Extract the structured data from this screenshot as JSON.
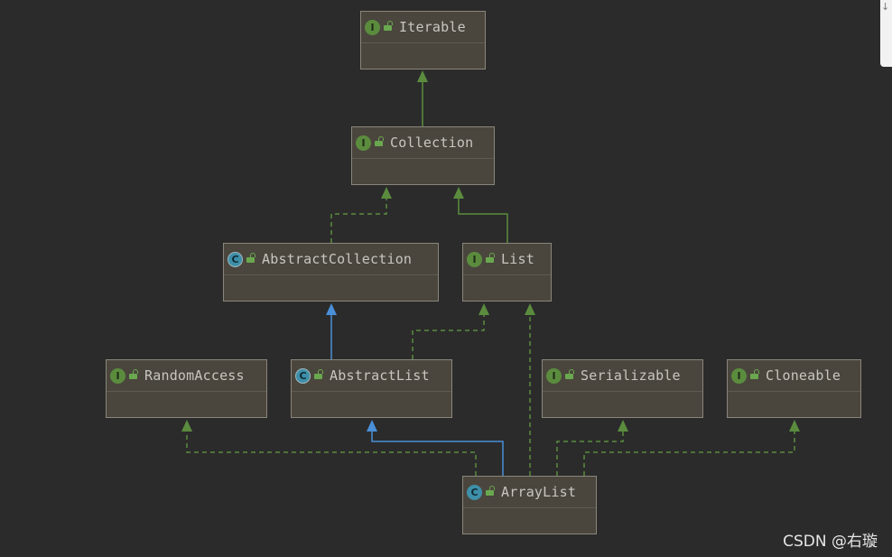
{
  "diagram": {
    "nodes": [
      {
        "id": "iterable",
        "label": "Iterable",
        "kind": "interface"
      },
      {
        "id": "collection",
        "label": "Collection",
        "kind": "interface"
      },
      {
        "id": "abstract-collection",
        "label": "AbstractCollection",
        "kind": "abstract-class"
      },
      {
        "id": "list",
        "label": "List",
        "kind": "interface"
      },
      {
        "id": "random-access",
        "label": "RandomAccess",
        "kind": "interface"
      },
      {
        "id": "abstract-list",
        "label": "AbstractList",
        "kind": "abstract-class"
      },
      {
        "id": "serializable",
        "label": "Serializable",
        "kind": "interface"
      },
      {
        "id": "cloneable",
        "label": "Cloneable",
        "kind": "interface"
      },
      {
        "id": "array-list",
        "label": "ArrayList",
        "kind": "class"
      }
    ],
    "edges": [
      {
        "from": "collection",
        "to": "iterable",
        "type": "extends-interface"
      },
      {
        "from": "abstract-collection",
        "to": "collection",
        "type": "implements"
      },
      {
        "from": "list",
        "to": "collection",
        "type": "extends-interface"
      },
      {
        "from": "abstract-list",
        "to": "abstract-collection",
        "type": "extends-class"
      },
      {
        "from": "abstract-list",
        "to": "list",
        "type": "implements"
      },
      {
        "from": "array-list",
        "to": "list",
        "type": "implements"
      },
      {
        "from": "array-list",
        "to": "random-access",
        "type": "implements"
      },
      {
        "from": "array-list",
        "to": "abstract-list",
        "type": "extends-class"
      },
      {
        "from": "array-list",
        "to": "serializable",
        "type": "implements"
      },
      {
        "from": "array-list",
        "to": "cloneable",
        "type": "implements"
      }
    ]
  },
  "badges": {
    "interface": "I",
    "class": "C",
    "abstract-class": "C"
  },
  "colors": {
    "background": "#2b2b2b",
    "node_fill": "#4a463d",
    "interface_edge": "#5b8c3e",
    "class_edge": "#4a8fd8",
    "interface_badge": "#5b8c3e",
    "class_badge": "#3e8fa8"
  },
  "icons": {
    "visibility": "unlocked-padlock-icon"
  },
  "watermark": "CSDN @右璇",
  "corner_glyph": "↓"
}
